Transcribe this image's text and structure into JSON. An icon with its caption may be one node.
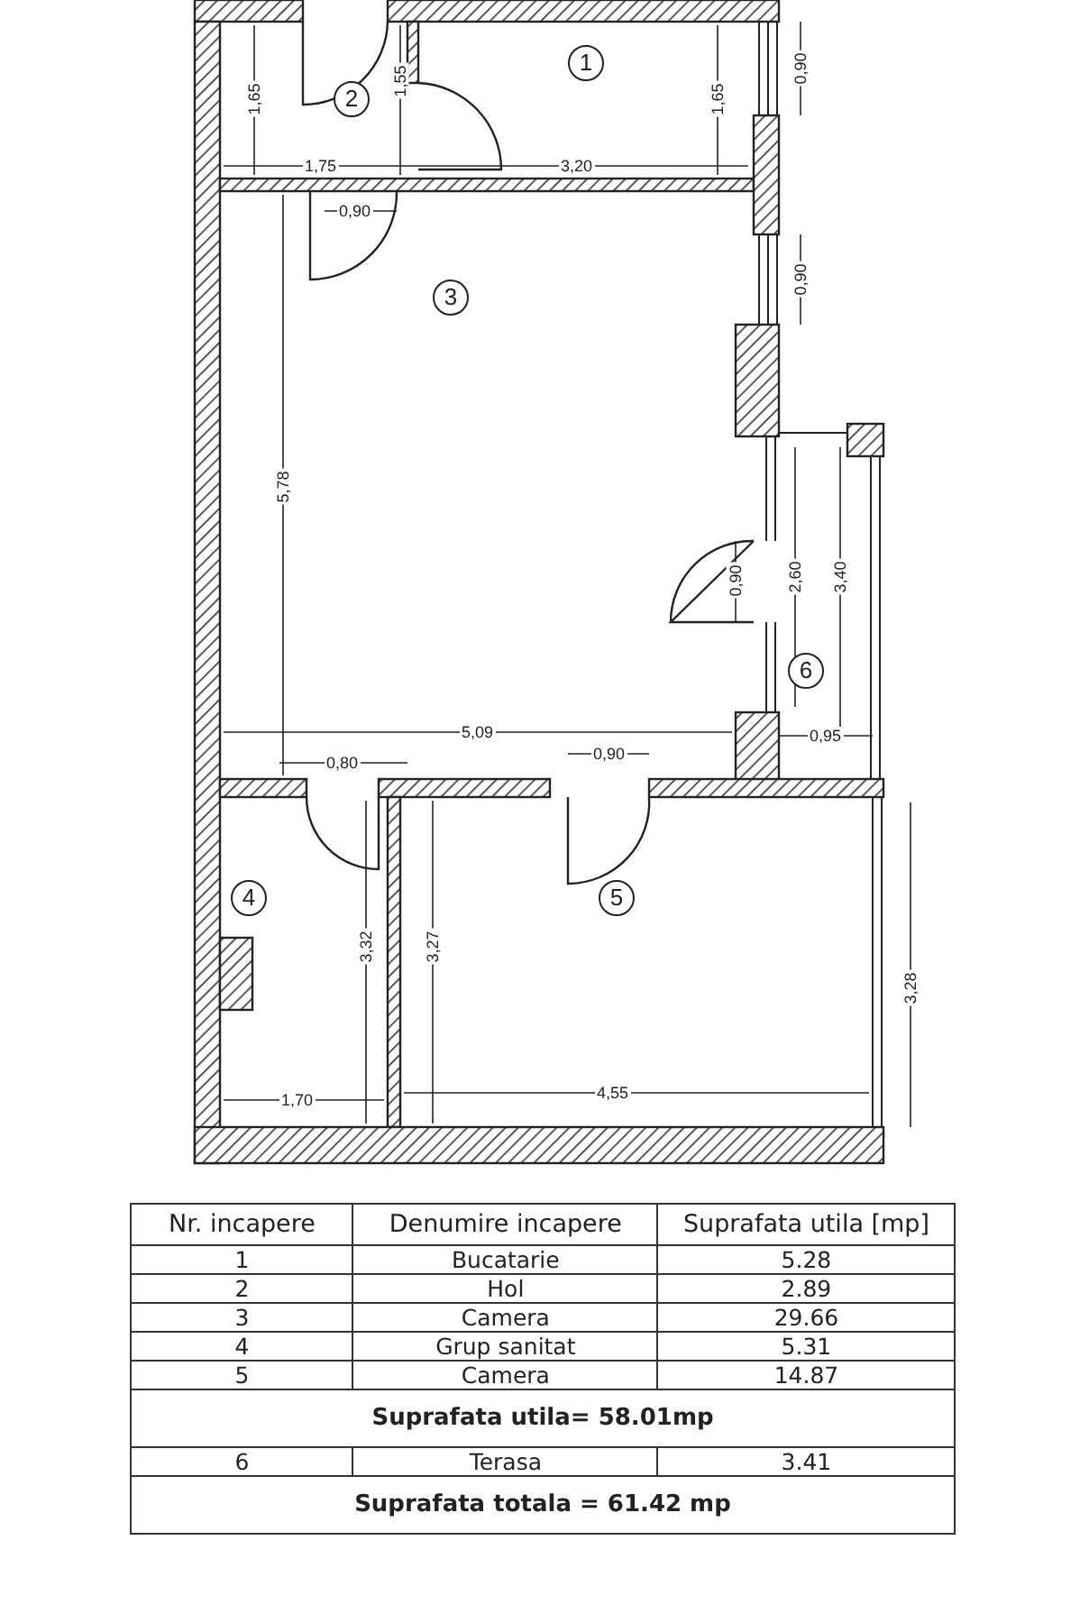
{
  "diagram": {
    "nodes": [
      {
        "text": [
          "1"
        ]
      },
      {
        "text": [
          "2"
        ]
      },
      {
        "text": [
          "3"
        ]
      },
      {
        "text": [
          "4"
        ]
      },
      {
        "text": [
          "5"
        ]
      },
      {
        "text": [
          "6"
        ]
      }
    ],
    "labels": [
      "1,65",
      "1,55",
      "1,65",
      "0,90",
      "1,75",
      "3,20",
      "0,90",
      "0,90",
      "5,78",
      "0,90",
      "2,60",
      "3,40",
      "5,09",
      "0,95",
      "0,80",
      "0,90",
      "3,32",
      "3,27",
      "3,28",
      "1,70",
      "4,55",
      "Nr. incapere",
      "Denumire incapere",
      "Suprafata utila [mp]",
      "1",
      "Bucatarie",
      "5.28",
      "2",
      "Hol",
      "2.89",
      "3",
      "Camera",
      "29.66",
      "4",
      "Grup sanitat",
      "5.31",
      "5",
      "Camera",
      "14.87",
      "Suprafata utila= 58.01mp",
      "6",
      "Terasa",
      "3.41",
      "Suprafata totala = 61.42 mp"
    ]
  }
}
